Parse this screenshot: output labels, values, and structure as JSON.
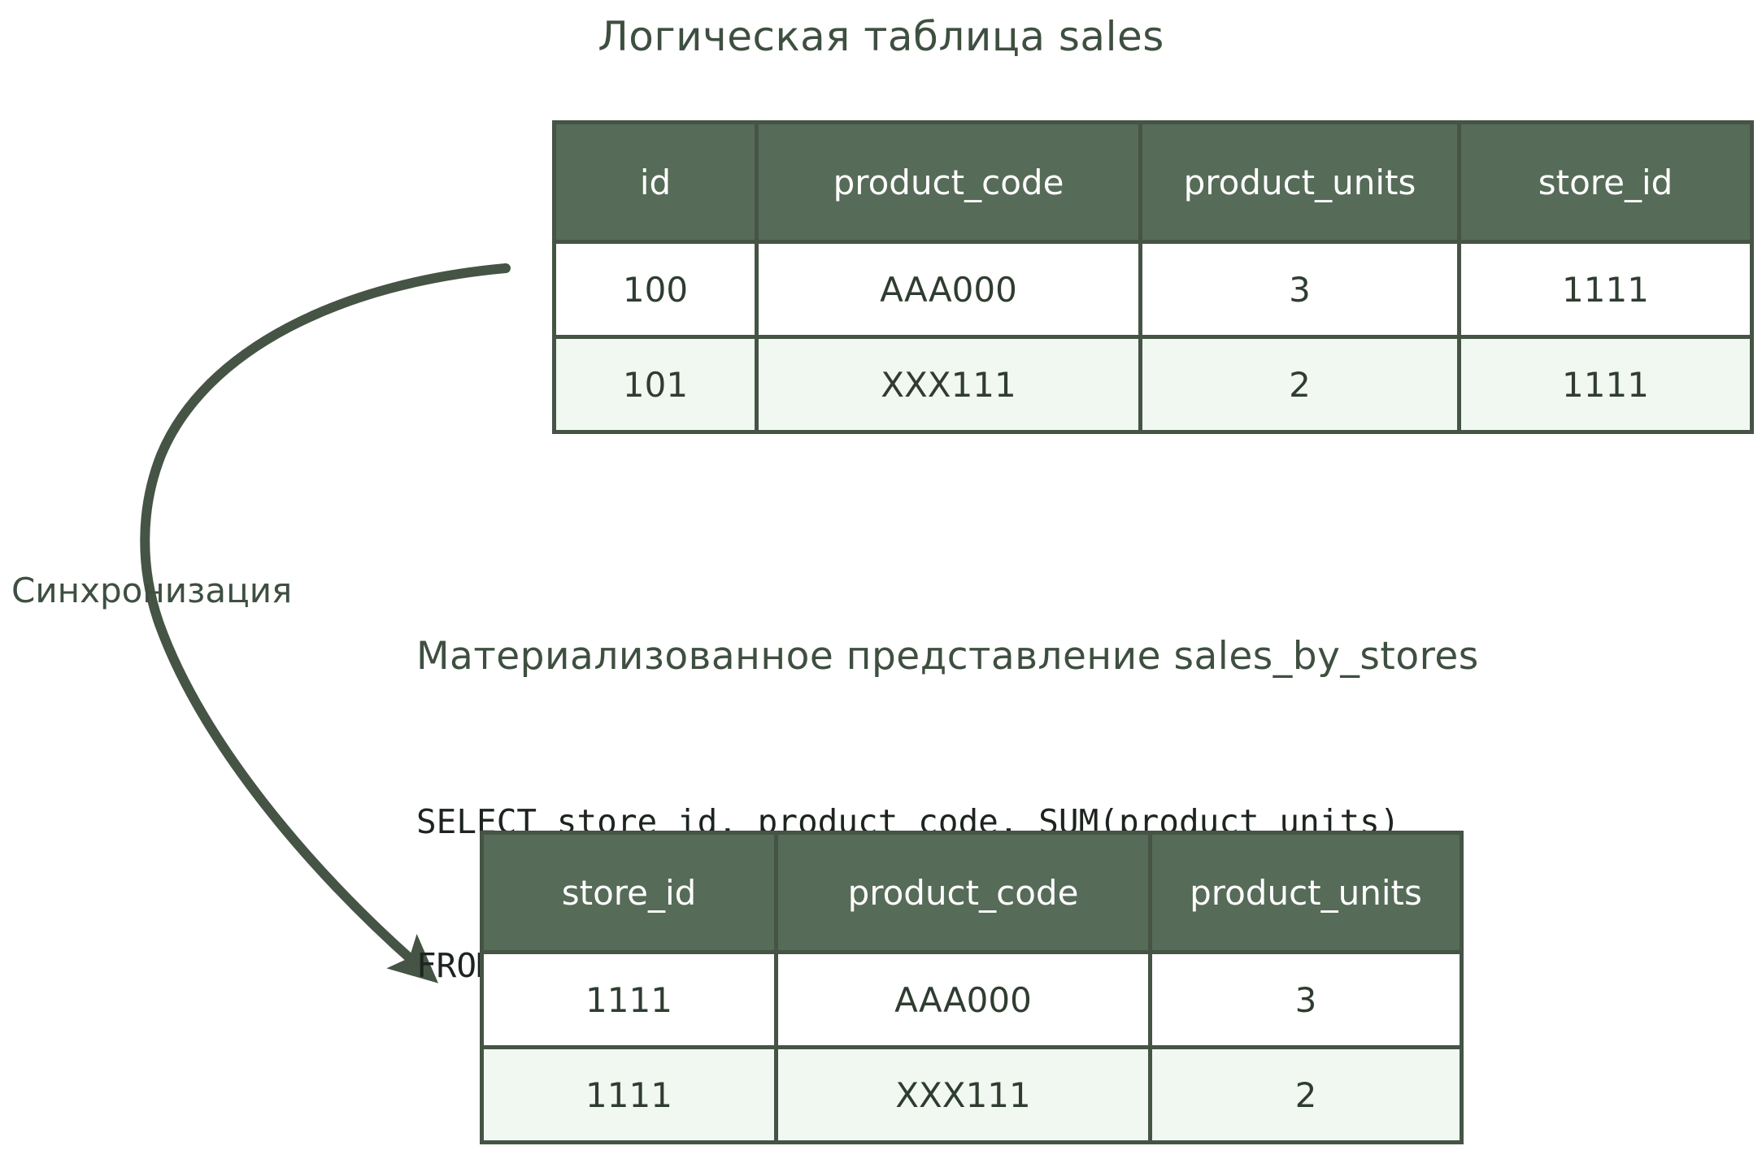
{
  "page": {
    "background_color": "#ffffff",
    "accent_color": "#455445",
    "header_fill_color": "#566b58",
    "alt_row_color": "#f1f7f1",
    "text_color": "#3e4f40"
  },
  "logical_table": {
    "title": "Логическая таблица sales",
    "columns": [
      "id",
      "product_code",
      "product_units",
      "store_id"
    ],
    "rows": [
      [
        "100",
        "AAA000",
        "3",
        "1111"
      ],
      [
        "101",
        "XXX111",
        "2",
        "1111"
      ]
    ]
  },
  "sync": {
    "label": "Синхронизация",
    "arrow_name": "sync-arrow"
  },
  "materialized_view": {
    "title": "Материализованное представление sales_by_stores",
    "sql_lines": [
      "SELECT store_id, product_code, SUM(product_units)",
      "FROM sales GROUP BY store_id, product_code"
    ],
    "columns": [
      "store_id",
      "product_code",
      "product_units"
    ],
    "rows": [
      [
        "1111",
        "AAA000",
        "3"
      ],
      [
        "1111",
        "XXX111",
        "2"
      ]
    ]
  }
}
